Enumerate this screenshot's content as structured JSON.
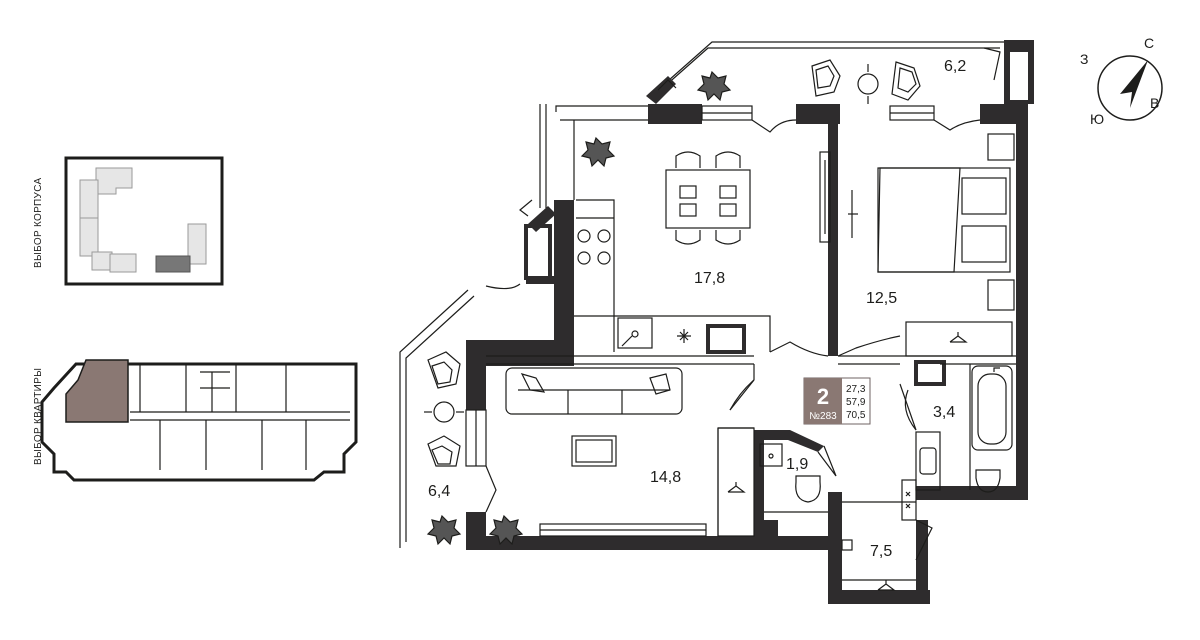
{
  "selectors": {
    "building_label": "ВЫБОР КОРПУСА",
    "apartment_label": "ВЫБОР КВАРТИРЫ"
  },
  "compass": {
    "n": "С",
    "w": "З",
    "s": "Ю",
    "e": "В"
  },
  "apartment": {
    "rooms_count": "2",
    "number": "№283",
    "areas": [
      "27,3",
      "57,9",
      "70,5"
    ]
  },
  "rooms": {
    "balcony_top": "6,2",
    "kitchen": "17,8",
    "bedroom": "12,5",
    "bathroom": "3,4",
    "toilet": "1,9",
    "living": "14,8",
    "hall": "7,5",
    "balcony_left": "6,4"
  },
  "colors": {
    "wall": "#2e2c2d",
    "selected": "#8a7873",
    "building_fill": "#d9d9d9",
    "line": "#1d1d1b"
  }
}
